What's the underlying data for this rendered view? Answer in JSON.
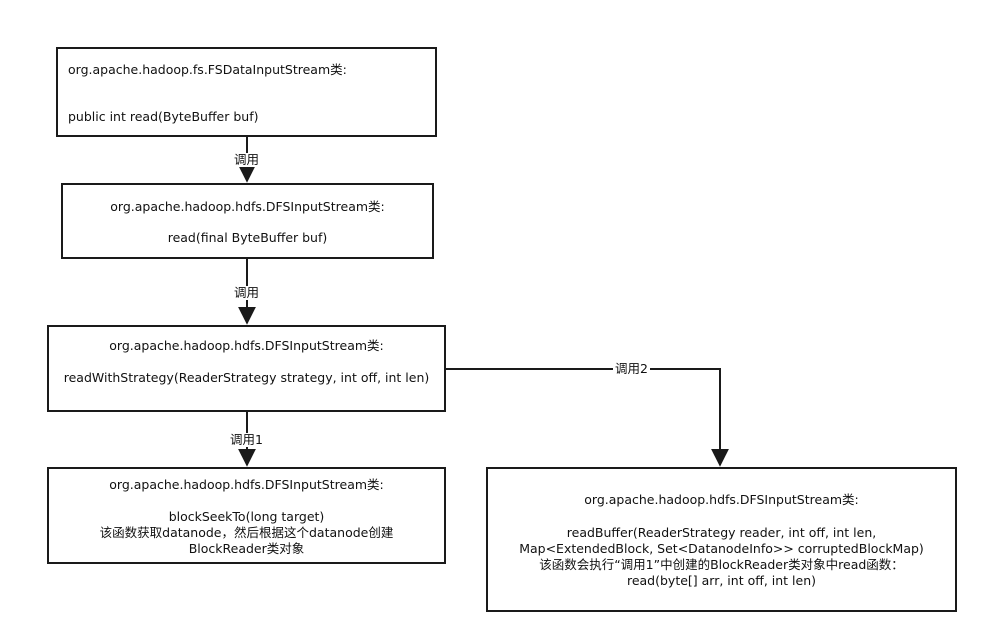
{
  "nodes": {
    "fsdis": {
      "class_line": "org.apache.hadoop.fs.FSDataInputStream类:",
      "method_line": "public int read(ByteBuffer buf)"
    },
    "dfsis_read": {
      "class_line": "org.apache.hadoop.hdfs.DFSInputStream类:",
      "method_line": "read(final ByteBuffer buf)"
    },
    "read_with_strategy": {
      "class_line": "org.apache.hadoop.hdfs.DFSInputStream类:",
      "method_line": "readWithStrategy(ReaderStrategy strategy, int off, int len)"
    },
    "block_seek_to": {
      "class_line": "org.apache.hadoop.hdfs.DFSInputStream类:",
      "method_line": "blockSeekTo(long target)",
      "desc_line1": "该函数获取datanode，然后根据这个datanode创建",
      "desc_line2": "BlockReader类对象"
    },
    "read_buffer": {
      "class_line": "org.apache.hadoop.hdfs.DFSInputStream类:",
      "method_line1": "readBuffer(ReaderStrategy reader, int off, int len,",
      "method_line2": "Map<ExtendedBlock, Set<DatanodeInfo>> corruptedBlockMap)",
      "desc_line": "该函数会执行“调用1”中创建的BlockReader类对象中read函数：",
      "call_line": "read(byte[] arr, int off, int len)"
    }
  },
  "edges": {
    "e1_label": "调用",
    "e2_label": "调用",
    "e3_label": "调用1",
    "e4_label": "调用2"
  }
}
